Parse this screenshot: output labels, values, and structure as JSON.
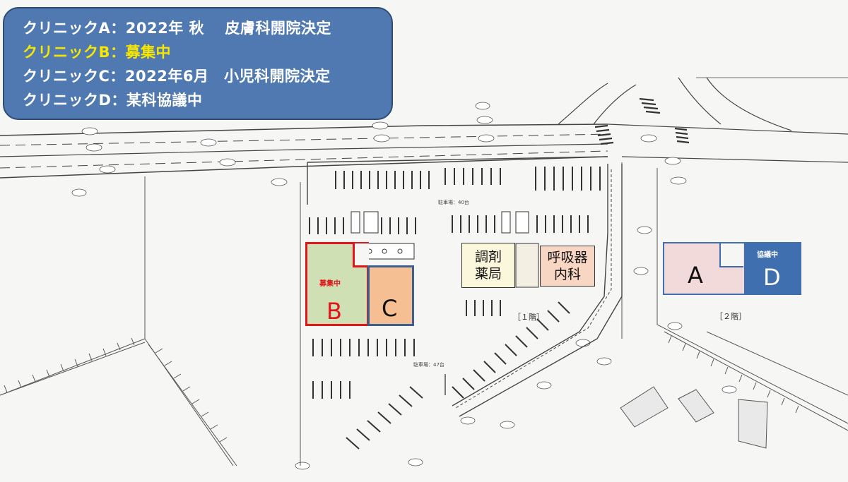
{
  "legend": {
    "lines": [
      "クリニックA：2022年 秋　 皮膚科開院決定",
      "クリニックB：募集中",
      "クリニックC：2022年6月　小児科開院決定",
      "クリニックD：某科協議中"
    ],
    "highlight_index": 1,
    "colors": {
      "panel": "#4f79b0",
      "text": "#ffffff",
      "highlight": "#f6e600"
    }
  },
  "units": {
    "A": {
      "letter": "A",
      "fill": "#f2dada",
      "color": "#111111"
    },
    "B": {
      "letter": "B",
      "note": "募集中",
      "fill": "#cfe0b4",
      "border": "#e0161b",
      "color": "#e0161b"
    },
    "C": {
      "letter": "C",
      "fill": "#f6bf93",
      "border": "#3c5f8d",
      "color": "#111111"
    },
    "D": {
      "letter": "D",
      "note": "協議中",
      "fill": "#3f6fae",
      "color": "#ffffff"
    }
  },
  "tenants": {
    "pharmacy": {
      "line1": "調剤",
      "line2": "薬局",
      "fill": "#fbf7dc"
    },
    "respiratory": {
      "line1": "呼吸器",
      "line2": "内科",
      "fill": "#f8d6c4"
    }
  },
  "floors": {
    "first": "［１階］",
    "second": "［２階］"
  },
  "parking": {
    "north": "駐車場：40台",
    "south": "駐車場：47台"
  }
}
